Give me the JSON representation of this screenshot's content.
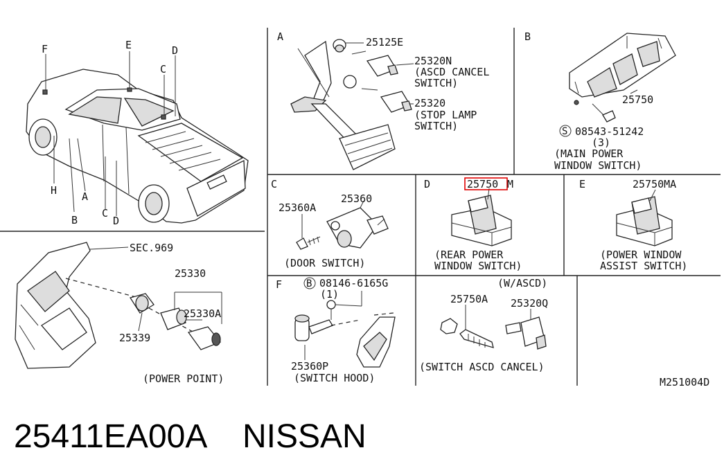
{
  "diagram_id": "M251004D",
  "footer": {
    "part_number": "25411EA00A",
    "brand": "NISSAN"
  },
  "highlight_color": "#e00000",
  "sections": {
    "vehicle": {
      "letters": [
        "F",
        "E",
        "D",
        "C",
        "H",
        "A",
        "B",
        "C",
        "D"
      ]
    },
    "power_point": {
      "sec": "SEC.969",
      "parts": [
        "25330",
        "25330A",
        "25339"
      ],
      "caption": "(POWER POINT)"
    },
    "A": {
      "letter": "A",
      "p1": "25125E",
      "p2": "25320N",
      "p2_desc1": "(ASCD CANCEL",
      "p2_desc2": "SWITCH)",
      "p3": "25320",
      "p3_desc1": "(STOP LAMP",
      "p3_desc2": "SWITCH)"
    },
    "B": {
      "letter": "B",
      "part": "25750",
      "bolt": "08543-51242",
      "bolt_sym": "S",
      "qty": "(3)",
      "desc1": "(MAIN POWER",
      "desc2": "WINDOW SWITCH)"
    },
    "C": {
      "letter": "C",
      "p1": "25360A",
      "p2": "25360",
      "caption": "(DOOR SWITCH)"
    },
    "D": {
      "letter": "D",
      "part_hl": "25750",
      "part_suffix": "M",
      "desc1": "(REAR POWER",
      "desc2": "WINDOW SWITCH)"
    },
    "E": {
      "letter": "E",
      "part": "25750MA",
      "desc1": "(POWER WINDOW",
      "desc2": "ASSIST SWITCH)"
    },
    "F": {
      "letter": "F",
      "bolt_sym": "B",
      "bolt": "08146-6165G",
      "qty": "(1)",
      "part": "25360P",
      "caption": "(SWITCH HOOD)"
    },
    "ascd": {
      "title": "(W/ASCD)",
      "p1": "25750A",
      "p2": "25320Q",
      "caption": "(SWITCH ASCD CANCEL)"
    }
  }
}
